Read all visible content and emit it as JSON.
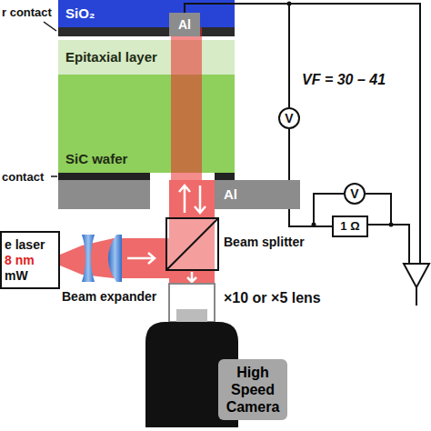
{
  "diagram": {
    "nodes": [
      {
        "text": [
          "SiO₂"
        ]
      },
      {
        "text": [
          "Al"
        ],
        "in": 0
      },
      {
        "text": [
          "Epitaxial layer"
        ]
      },
      {
        "text": [
          "SiC wafer"
        ]
      },
      {
        "text": [
          "Al"
        ]
      },
      {
        "text": [
          "e laser",
          "8 nm",
          "mW"
        ]
      },
      {
        "text": [
          "V"
        ]
      },
      {
        "text": [
          "V"
        ]
      },
      {
        "text": [
          "1 Ω"
        ]
      },
      {
        "text": [
          "High Speed Camera"
        ]
      }
    ],
    "edges": [
      {
        "from": 1,
        "to": 6,
        "arrow": "none"
      },
      {
        "from": 6,
        "to": 4,
        "arrow": "none"
      },
      {
        "from": 4,
        "to": 8,
        "arrow": "none"
      },
      {
        "from": 7,
        "to": 8,
        "arrow": "none"
      }
    ],
    "labels": [
      "r contact",
      "contact",
      "VF = 30 – 41",
      "Beam splitter",
      "Beam expander",
      "×10 or ×5 lens"
    ]
  }
}
